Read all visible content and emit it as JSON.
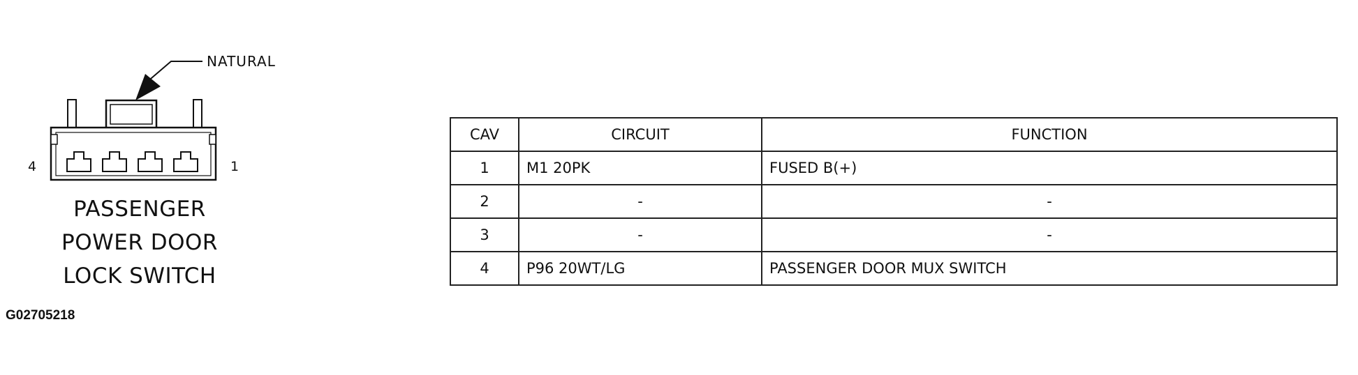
{
  "connector": {
    "callout_label": "NATURAL",
    "pin_left": "4",
    "pin_right": "1",
    "name_lines": [
      "PASSENGER",
      "POWER DOOR",
      "LOCK SWITCH"
    ]
  },
  "figure_id": "G02705218",
  "pinout_table": {
    "headers": {
      "cav": "CAV",
      "circuit": "CIRCUIT",
      "function": "FUNCTION"
    },
    "rows": [
      {
        "cav": "1",
        "circuit": "M1 20PK",
        "function": "FUSED B(+)"
      },
      {
        "cav": "2",
        "circuit": "-",
        "function": "-"
      },
      {
        "cav": "3",
        "circuit": "-",
        "function": "-"
      },
      {
        "cav": "4",
        "circuit": "P96 20WT/LG",
        "function": "PASSENGER DOOR MUX SWITCH"
      }
    ]
  }
}
